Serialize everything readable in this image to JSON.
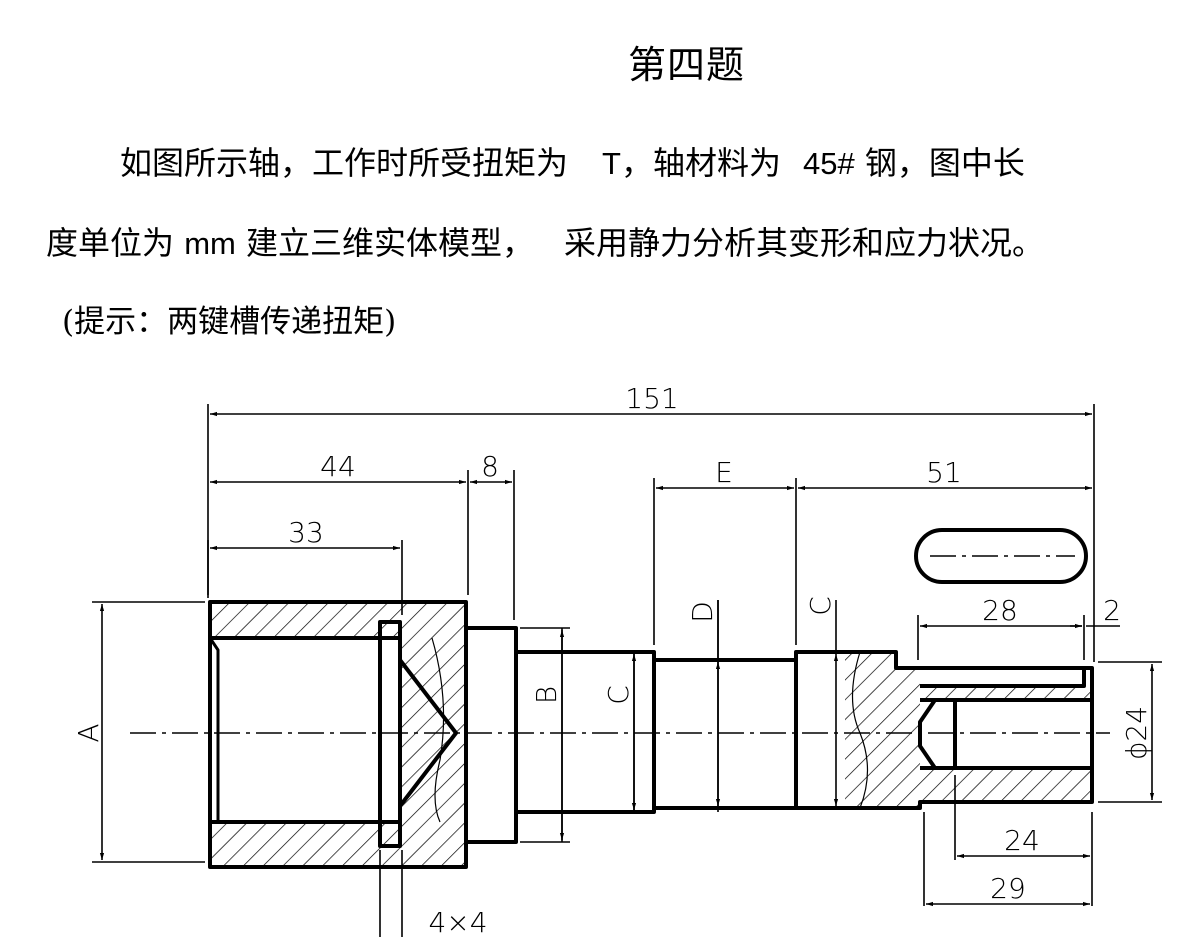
{
  "document": {
    "title": "第四题",
    "para1": {
      "before_T": "如图所示轴，工作时所受扭矩为",
      "T": "T",
      "mid": "，轴材料为",
      "steel": "45#",
      "after": "钢，图中长"
    },
    "para2": {
      "before": "度单位为",
      "unit": "mm",
      "mid": "建立三维实体模型，",
      "after": "采用静力分析其变形和应力状况。"
    },
    "hint": "(提示：两键槽传递扭矩)"
  },
  "drawing": {
    "dims": {
      "total": "151",
      "d44": "44",
      "d8": "8",
      "dE": "E",
      "d51": "51",
      "d33": "33",
      "d28": "28",
      "d2": "2",
      "dA": "A",
      "dB": "B",
      "dC1": "C",
      "dD": "D",
      "dC2": "C",
      "phi24": "ϕ24",
      "d24": "24",
      "d29": "29",
      "key": "4×4"
    },
    "colors": {
      "line": "#000000",
      "background": "#ffffff"
    }
  }
}
